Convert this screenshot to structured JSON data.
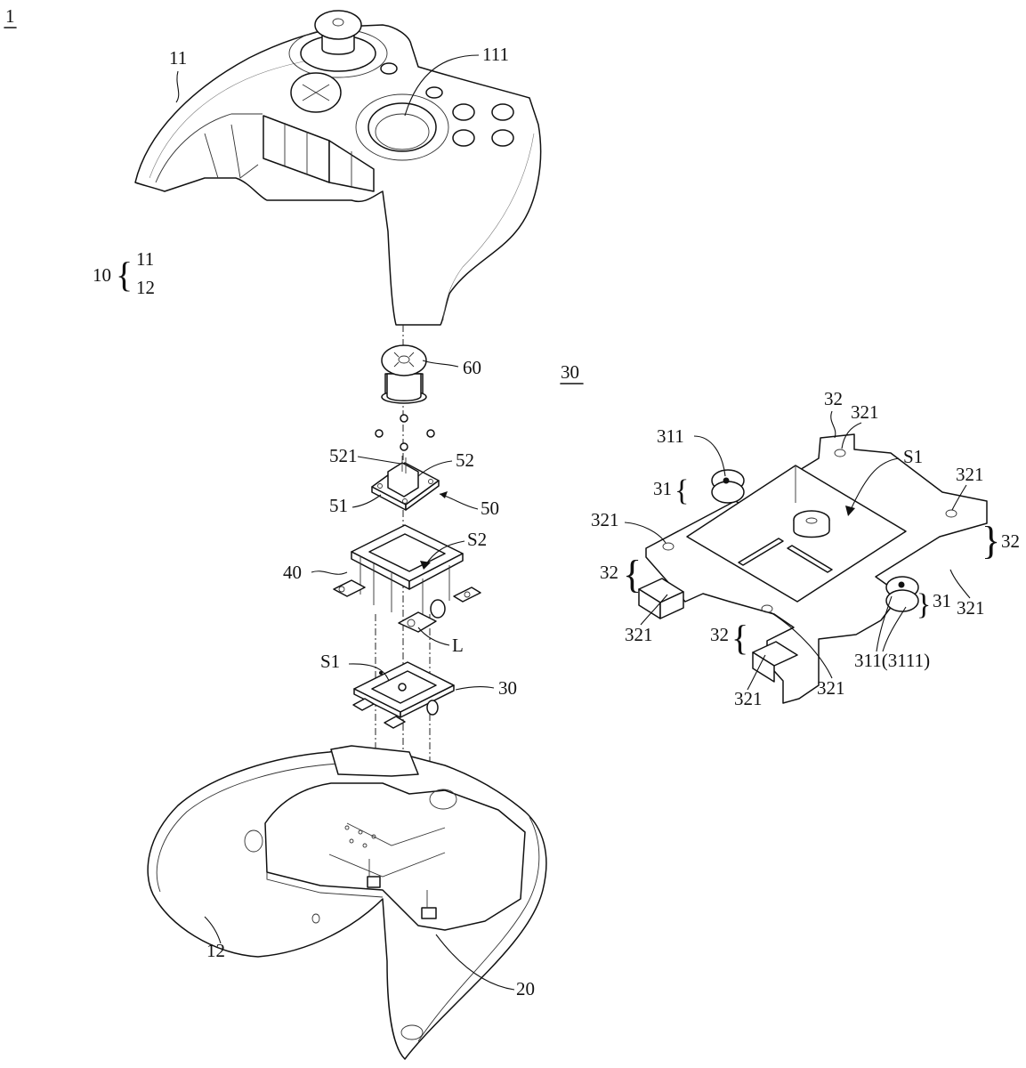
{
  "figure_label": "1",
  "labels": {
    "top_cover": "11",
    "button_hole": "111",
    "housing": "10",
    "housing_part_upper": "11",
    "housing_part_lower": "12",
    "cap": "60",
    "module_pin": "521",
    "module_switch": "52",
    "module_board": "51",
    "module": "50",
    "frame_upper": "40",
    "space_upper": "S2",
    "limit": "L",
    "space_lower_small": "S1",
    "frame_lower_small": "30",
    "bottom_cover": "12",
    "circuit_board": "20"
  },
  "detail_view": {
    "title": "30",
    "labels": {
      "top_tab": "32",
      "top_tab_hole": "321",
      "pivot_top": "311",
      "space": "S1",
      "side_left": "31",
      "right_tab_hole": "321",
      "left_tab_hole": "321",
      "left_tab": "32",
      "right_tab": "32",
      "right_lower_hole": "321",
      "lower_left_hole": "321",
      "side_right": "31",
      "bottom_tab": "32",
      "bottom_hole": "321",
      "bottom_hole_2": "321",
      "pivot_bottom": "311(3111)"
    }
  }
}
